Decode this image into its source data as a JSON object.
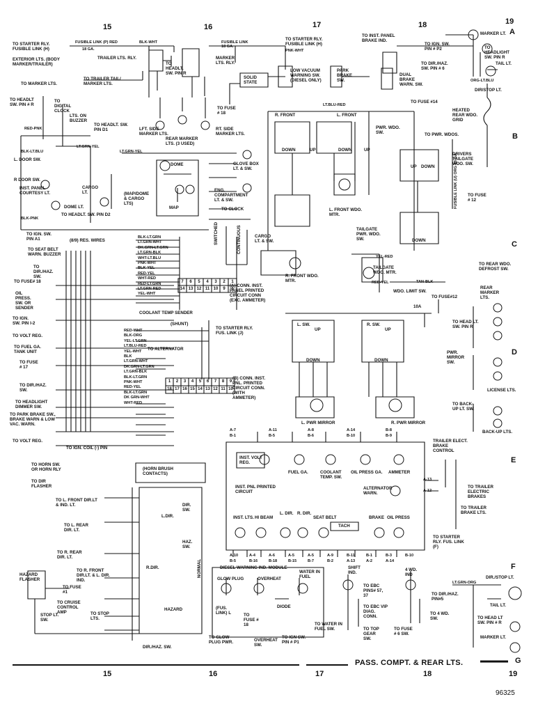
{
  "columns": [
    "15",
    "16",
    "17",
    "18",
    "19"
  ],
  "rows": [
    "A",
    "B",
    "C",
    "D",
    "E",
    "F",
    "G"
  ],
  "footer_title": "PASS. COMPT. & REAR LTS.",
  "page_id": "96325",
  "labels": {
    "to_starter_rly_fuslink_h": "TO STARTER RLY. FUSIBLE LINK (H)",
    "exterior_lts": "EXTERIOR LTS. (BODY MARKER/TRAILER)",
    "fusible_link_p_red": "FUSIBLE LINK (P) RED",
    "ga18": "18 GA.",
    "blk_wht": "BLK-WHT",
    "trailer_lts_rly": "TRAILER LTS. RLY.",
    "to_trailer_tail": "TO TRAILER TAIL/ MARKER LTS.",
    "to_headlt_sw_pin_r": "TO HEADLT. SW. PIN R",
    "marker_lts_rly": "MARKER LTS. RLY.",
    "fusible_link_18": "FUSIBLE LINK 18 GA.",
    "to_starter_rly_2": "TO STARTER RLY. FUSIBLE LINK (H)",
    "pnk_wht": "PNK-WHT",
    "solid_state": "SOLID STATE",
    "low_vacuum": "LOW VACUUM WARNING SW. (DIESEL ONLY)",
    "park_brake_sw": "PARK BRAKE SW.",
    "to_inst_panel_brake": "TO INST. PANEL BRAKE IND.",
    "to_ign_sw_p2": "TO IGN. SW. PIN # P2",
    "to_dir_haz_p6": "TO DIR./HAZ. SW. PIN # 6",
    "dual_brake_warn": "DUAL BRAKE WARN. SW.",
    "marker_lt_a": "MARKER LT.",
    "to_headlight_sw_r": "TO HEADLIGHT SW. PIN R",
    "tail_lt": "TAIL LT.",
    "dir_stop_lt": "DIR/STOP LT.",
    "org_lt_blu": "ORG-LT.BLU",
    "to_marker_lts": "TO MARKER LTS.",
    "to_headlt_sw_r2": "TO HEADLT SW. PIN # R",
    "to_digital_clock": "TO DIGITAL CLOCK",
    "lts_on_buzzer": "LTS. ON BUZZER",
    "to_headlt_d1": "TO HEADLT. SW. PIN D1",
    "lft_side_marker": "LFT. SIDE MARKER LTS.",
    "rear_marker_3": "REAR MARKER LTS. (3 USED)",
    "rt_side_marker": "RT. SIDE MARKER LTS.",
    "to_fuse_18": "TO FUSE # 18",
    "lt_blu_red": "LT.BLU-RED",
    "r_front": "R. FRONT",
    "l_front": "L. FRONT",
    "to_fuse_14": "TO FUSE #14",
    "pwr_wdo_sw": "PWR. WDO. SW.",
    "to_pwr_wdos": "TO PWR. WDOS.",
    "heated_rear_wdo": "HEATED REAR WDO. GRID",
    "red_pnk": "RED-PNK",
    "blk_lt_blu": "BLK-LT.BLU",
    "l_door_sw": "L. DOOR SW.",
    "lt_grn_yel": "LT.GRN-YEL",
    "dome": "DOME",
    "glove_box": "GLOVE BOX LT. & SW.",
    "r_door_sw": "R DOOR SW.",
    "inst_panel_courtesy": "INST. PANEL COURTESY LT.",
    "cargo_lt": "CARGO LT.",
    "map_dome_cargo": "(MAP/DOME & CARGO LTS)",
    "map": "MAP",
    "eng_compartment": "ENG. COMPARTMENT LT. & SW.",
    "dome_lt": "DOME LT.",
    "to_clock": "TO CLOCK",
    "blk_pnk": "BLK-PNK",
    "to_headlt_d2": "TO HEADLT. SW. PIN D2",
    "down": "DOWN",
    "up": "UP",
    "l_front_wdo_mtr": "L. FRONT WDO. MTR.",
    "drivers_tailgate": "DRIVERS TAILGATE WDO. SW.",
    "to_fuse_12": "TO FUSE # 12",
    "tailgate_pwr_wdo": "TAILGATE PWR. WDO. SW.",
    "fusible_link_u": "FUSIBLE LINK (U) ORG 16 GA.",
    "to_rear_wdo_defrost": "TO REAR WDO. DEFROST SW.",
    "to_ign_sw_a1": "TO IGN. SW. PIN A1",
    "res_wires": "(8/9) RES. WIRES",
    "to_seat_belt": "TO SEAT BELT WARN. BUZZER",
    "to_dir_haz": "TO DIR./HAZ. SW.",
    "to_fuse_18b": "TO FUSE# 18",
    "oil_press_sender": "OIL PRESS. SW. OR SENDER",
    "to_ign_sw_i2": "TO IGN. SW. PIN I-2",
    "to_volt_reg": "TO VOLT REG.",
    "to_fuel_ga": "TO FUEL GA. TANK UNIT",
    "to_fuse_17": "TO FUSE # 17",
    "to_dir_haz_sw": "TO DIR./HAZ. SW.",
    "to_headlight_dimmer": "TO HEADLIGHT DIMMER SW.",
    "to_park_brake_warn": "TO PARK BRAKE SW., BRAKE WARN & LOW VAC. WARN.",
    "to_volt_reg_2": "TO VOLT REG.",
    "switched": "SWITCHED",
    "continuous": "CONTINUOUS",
    "cargo_lt_sw": "CARGO LT. & SW.",
    "r_front_wdo_mtr": "R. FRONT WDO. MTR.",
    "conn_a": "(A) CONN. INST. PANEL PRINTED CIRCUIT CONN (EXC. AMMETER)",
    "coolant_temp_sender": "COOLANT TEMP SENDER",
    "shunt": "(SHUNT)",
    "to_starter_rly_j": "TO STARTER RLY. FUS. LINK (J)",
    "to_alternator": "TO ALTERNATOR",
    "conn_b": "(B) CONN. INST. PNL. PRINTED CIRCUIT CONN. (WITH AMMETER)",
    "tailgate_wdo_mtr": "TAILGATE WDO. MTR.",
    "wdo_limit_sw": "WDO. LIMIT SW.",
    "yel_red": "YEL-RED",
    "red_yel": "RED-YEL",
    "tan_blk": "TAN-BLK",
    "rear_marker_lts": "REAR MARKER LTS.",
    "to_fuse_12b": "TO FUSE#12",
    "amp10": "10A",
    "l_sw": "L. SW.",
    "r_sw": "R. SW.",
    "to_head_lt_sw_r": "TO HEAD LT. SW. PIN R",
    "pwr_mirror_sw": "PWR. MIRROR SW.",
    "license_lts": "LICENSE LTS.",
    "to_back_up_lt_sw": "TO BACK-UP LT. SW.",
    "back_up_lts": "BACK-UP LTS.",
    "l_pwr_mirror": "L. PWR MIRROR",
    "r_pwr_mirror": "R. PWR MIRROR",
    "to_ign_coil": "TO IGN. COIL (-) PIN",
    "to_horn_sw": "TO HORN SW. OR HORN RLY",
    "horn_brush": "(HORN BRUSH CONTACTS)",
    "to_dir_flasher": "TO DIR FLASHER",
    "to_l_front": "TO L. FRONT DIR.LT & IND. LT.",
    "to_l_rear": "TO L. REAR DIR. LT.",
    "to_r_rear": "TO R. REAR DIR. LT.",
    "to_r_front": "TO R. FRONT DIR.LT. & L. DIR. IND.",
    "to_cruise": "TO CRUISE CONTROL AMP",
    "to_stop_lts": "TO STOP LTS.",
    "hazard_flasher": "HAZARD FLASHER",
    "stop_lt_sw": "STOP LT. SW.",
    "to_fuse_1": "TO FUSE #1",
    "hazard": "HAZARD",
    "dir_haz_sw": "DIR./HAZ. SW.",
    "l_dir": "L.DIR.",
    "r_dir": "R.DIR.",
    "dir_sw": "DIR. SW.",
    "haz_sw": "HAZ. SW.",
    "normal": "NORMAL",
    "inst_volt_reg": "INST. VOLT REG.",
    "fuel_ga": "FUEL GA.",
    "coolant_temp_sw": "COOLANT TEMP. SW.",
    "oil_press_ga": "OIL PRESS GA.",
    "ammeter": "AMMETER",
    "inst_pnl_pc": "INST. PNL PRINTED CIRCUIT",
    "alternator_warn": "ALTERNATOR WARN.",
    "inst_lts": "INST. LTS.",
    "hi_beam": "HI BEAM",
    "l_dir_ind": "L. DIR.",
    "r_dir_ind": "R. DIR.",
    "seat_belt": "SEAT BELT",
    "tach": "TACH",
    "brake": "BRAKE",
    "oil_press": "OIL PRESS",
    "trailer_brake_ctrl": "TRAILER ELECT. BRAKE CONTROL",
    "to_trailer_brakes": "TO TRAILER ELECTRIC BRAKES",
    "to_trailer_brake_lts": "TO TRAILER BRAKE LTS.",
    "to_starter_rly_f": "TO STARTER RLY. FUS. LINK (F)",
    "diesel_warning": "DIESEL WARNING IND. MODULE",
    "glow_plug": "GLOW PLUG",
    "overheat": "OVERHEAT",
    "water_in_fuel": "WATER IN FUEL",
    "fus_link_l": "(FUS. LINK) L",
    "to_fuse_18c": "TO FUSE # 18",
    "diode": "DIODE",
    "to_glow_plug_pwr": "TO GLOW PLUG PWR.",
    "overheat_sw": "OVERHEAT SW.",
    "to_ign_sw_p1": "TO IGN SW. PIN # P1",
    "to_water_in_fuel": "TO WATER IN FUEL SW.",
    "shift_ind": "SHIFT IND.",
    "to_ebc_pins": "TO EBC PINS# 57, 37",
    "to_ebc_vip": "TO EBC VIP DIAG. CONN.",
    "to_top_gear": "TO TOP GEAR SW.",
    "wd4_ind": "4 WD. IND",
    "wd4_sw": "TO 4 WD. SW.",
    "to_fuse_6": "TO FUSE # 6 SW.",
    "to_dir_haz_5": "TO DIR./HAZ. PIN#5",
    "dir_stop_lt_f": "DIR./STOP LT.",
    "tail_lt_f": "TAIL LT.",
    "to_head_lt_sw_r_f": "TO HEAD LT SW. PIN # R",
    "marker_lt_f": "MARKER LT.",
    "lt_grn_org": "LT.GRN-ORG"
  },
  "connector_a": {
    "top": [
      "7",
      "6",
      "5",
      "4",
      "3",
      "2",
      "1"
    ],
    "bottom": [
      "14",
      "13",
      "12",
      "11",
      "10",
      "9",
      "8"
    ],
    "wires": [
      "BLK-LT.GRN",
      "LT.GRN-WHT",
      "DK.GRN-LT.GRN",
      "LT.GRN-BLK",
      "WHT-LT.BLU",
      "PNK-WHT",
      "BLK-YEL",
      "RED-YEL",
      "WHT-RED",
      "RED-LT.GRN",
      "LT.GRN-RED",
      "YEL-WHT"
    ]
  },
  "connector_b": {
    "top": [
      "1",
      "2",
      "3",
      "4",
      "5",
      "6",
      "7",
      "8",
      "9"
    ],
    "bottom": [
      "18",
      "17",
      "16",
      "15",
      "14",
      "13",
      "12",
      "11",
      "10"
    ],
    "wires": [
      "RED-WHT",
      "BLK-ORG",
      "YEL-LT.GRN",
      "LT.BLU-RED",
      "YEL-WHT",
      "BLK",
      "LT.GRN-WHT",
      "DK.GRN-LT.GRN",
      "LT.GRN-BLK",
      "BLK-LT.GRN",
      "PNK-WHT",
      "RED-YEL",
      "BLK-LT.GRN",
      "DK GRN-WHT",
      "WHT-RED"
    ]
  },
  "cluster_pins_top": [
    "A-7",
    "B-1",
    "A-11",
    "B-5",
    "A-8",
    "B-6",
    "A-14",
    "B-10",
    "B-8",
    "B-9"
  ],
  "cluster_pins_bottom": [
    "A-10",
    "B-5",
    "A-4",
    "B-16",
    "A-6",
    "B-18",
    "A-5",
    "B-15",
    "A-5",
    "B-7",
    "A-9",
    "B-2",
    "B-11",
    "A-13",
    "B-1",
    "A-2",
    "B-3",
    "A-14",
    "B-10"
  ],
  "cluster_pins_right": [
    "A-13",
    "A-12"
  ]
}
